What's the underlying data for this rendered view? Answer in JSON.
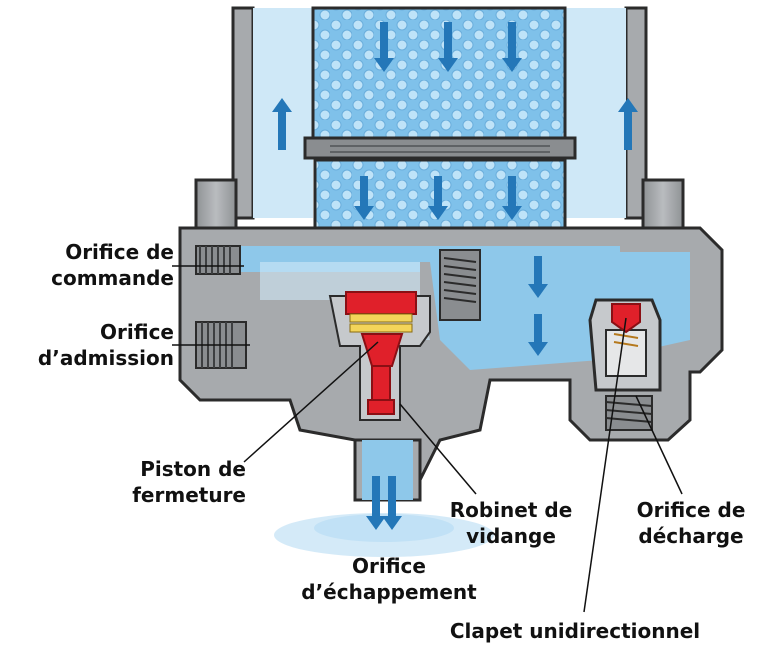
{
  "diagram": {
    "labels": {
      "control_port": [
        "Orifice de",
        "commande"
      ],
      "inlet_port": [
        "Orifice",
        "d’admission"
      ],
      "closing_piston": [
        "Piston de",
        "fermeture"
      ],
      "drain_valve": [
        "Robinet de",
        "vidange"
      ],
      "discharge_port": [
        "Orifice de",
        "décharge"
      ],
      "exhaust_port": [
        "Orifice",
        "d’échappement"
      ],
      "check_valve": [
        "Clapet unidirectionnel"
      ]
    },
    "colors": {
      "body_light": "#a7aaad",
      "body_mid": "#8a8d90",
      "body_dark": "#2b2b2b",
      "water": "#8ec8ea",
      "water_light": "#cfe8f7",
      "arrow": "#2477b8",
      "piston": "#e0202a",
      "seal": "#f3d45a",
      "leader": "#111111"
    },
    "icons": [
      "up-arrow-icon",
      "down-arrow-icon"
    ]
  }
}
